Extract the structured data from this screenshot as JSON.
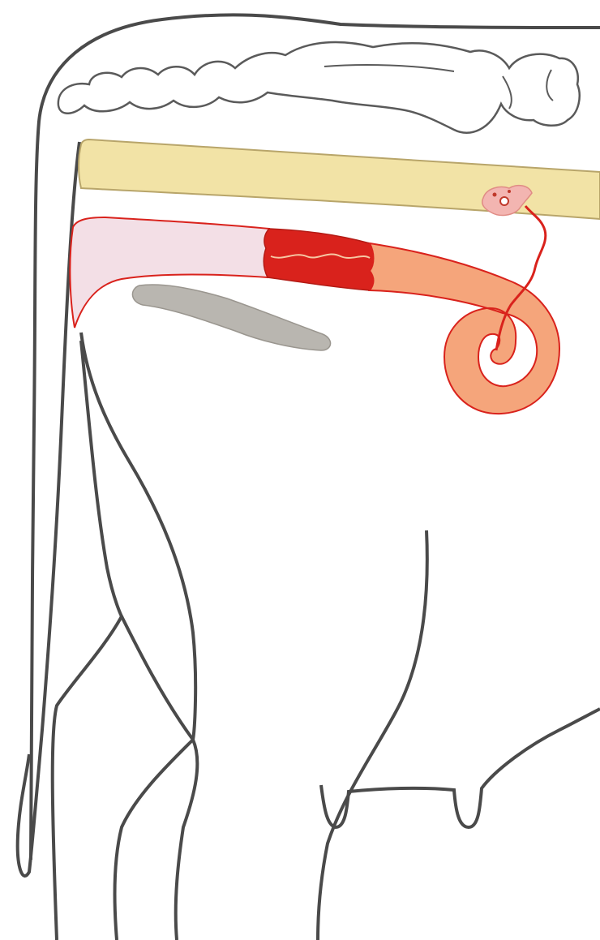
{
  "diagram": {
    "title": "",
    "labels": [],
    "colors": {
      "background": "#ffffff",
      "outline": "#4a4a4a",
      "spine": "#ffffff",
      "rectum": "#f2e3a6",
      "rectum_stroke": "#b8a56a",
      "vagina": "#f3dfe6",
      "cervix": "#d9221c",
      "cervix_folds": "#f6c7a3",
      "uterus": "#f5a57b",
      "uterus_stroke": "#d9221c",
      "oviduct": "#d9221c",
      "ovary": "#f3b5b1",
      "follicle": "#c0392b",
      "bladder": "#b9b6b0"
    },
    "parts": [
      "vertebral-column",
      "rectum",
      "vagina",
      "cervix",
      "uterine-horn",
      "oviduct",
      "ovary",
      "urinary-bladder",
      "hind-leg-outline",
      "tail",
      "udder"
    ]
  }
}
